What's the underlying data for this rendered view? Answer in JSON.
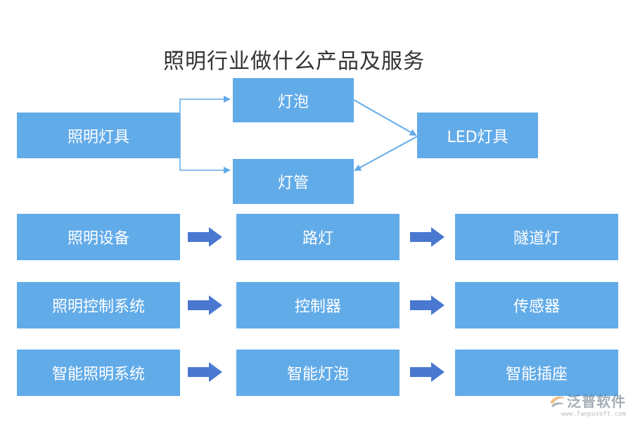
{
  "title": "照明行业做什么产品及服务",
  "colors": {
    "box_fill": "#62abe9",
    "line": "#62abe9",
    "block_arrow": "#4a78d0",
    "text": "#ffffff"
  },
  "top_group": {
    "root": "照明灯具",
    "branch_1": "灯泡",
    "branch_2": "灯管",
    "target": "LED灯具"
  },
  "rows": [
    {
      "items": [
        "照明设备",
        "路灯",
        "隧道灯"
      ]
    },
    {
      "items": [
        "照明控制系统",
        "控制器",
        "传感器"
      ]
    },
    {
      "items": [
        "智能照明系统",
        "智能灯泡",
        "智能插座"
      ]
    }
  ],
  "watermark": {
    "name": "泛普软件",
    "url": "www.fanpusoft.com",
    "icon": "fanpu-logo-icon"
  }
}
